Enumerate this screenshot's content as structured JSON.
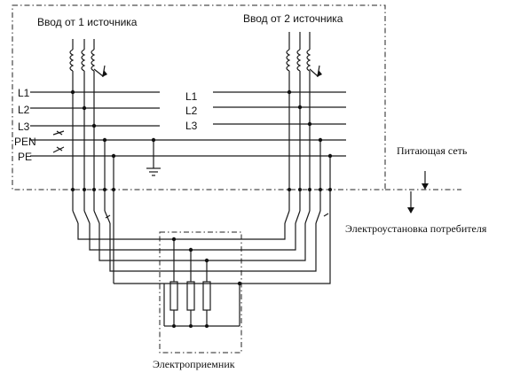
{
  "labels": {
    "source1": "Ввод от 1 источника",
    "source2": "Ввод от 2 источника",
    "l1_left": "L1",
    "l2_left": "L2",
    "l3_left": "L3",
    "pen_left": "PEN",
    "pe_left": "PE",
    "l1_right": "L1",
    "l2_right": "L2",
    "l3_right": "L3",
    "supply_network": "Питающая сеть",
    "consumer_installation": "Электроустановка потребителя",
    "receiver": "Электроприемник"
  },
  "colors": {
    "ink": "#1a1a1a",
    "background": "#ffffff"
  }
}
